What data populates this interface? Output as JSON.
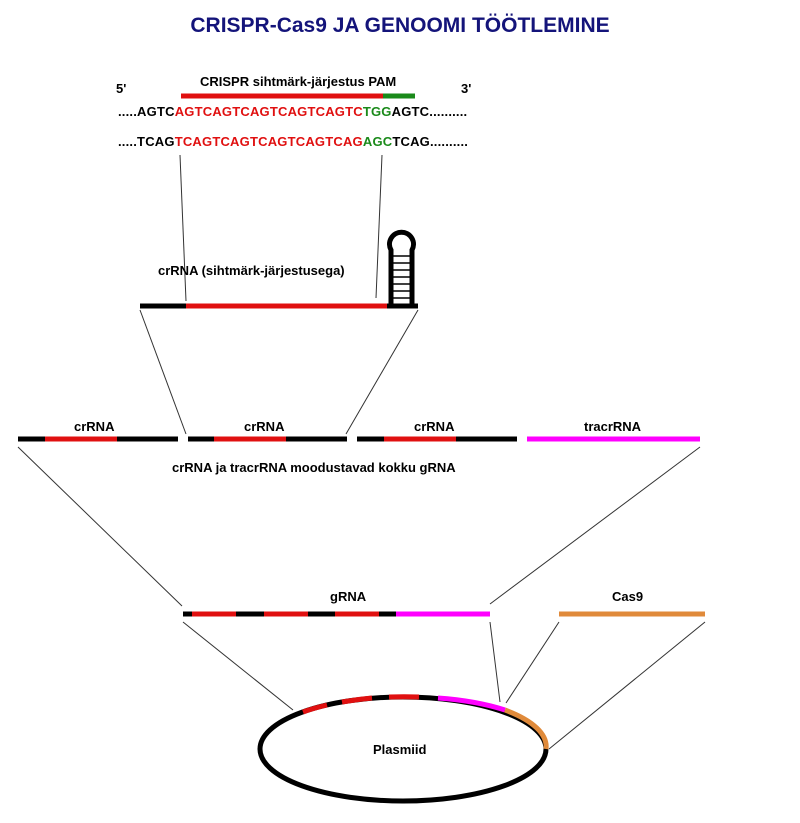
{
  "title": "CRISPR-Cas9 JA GENOOMI TÖÖTLEMINE",
  "dna": {
    "five_prime": "5'",
    "three_prime": "3'",
    "header_label": "CRISPR  sihtmärk-järjestus PAM",
    "top_strand": {
      "left": ".....AGTC",
      "target": "AGTCAGTCAGTCAGTCAGTC",
      "pam": "TGG",
      "right": "AGTC.........."
    },
    "bottom_strand": {
      "left": ".....TCAG",
      "target": "TCAGTCAGTCAGTCAGTCAG",
      "pam": "AGC",
      "right": "TCAG.........."
    }
  },
  "crrna_single_label": "crRNA  (sihtmärk-järjestusega)",
  "row_labels": [
    "crRNA",
    "crRNA",
    "crRNA",
    "tracrRNA"
  ],
  "row_caption": "crRNA ja tracrRNA moodustavad kokku gRNA",
  "grna_label": "gRNA",
  "cas9_label": "Cas9",
  "plasmid_label": "Plasmiid",
  "colors": {
    "title": "#14147a",
    "target": "#e01010",
    "pam": "#1a8a1a",
    "backbone": "#000000",
    "tracr": "#ff00ff",
    "cas9": "#e08a3a"
  }
}
